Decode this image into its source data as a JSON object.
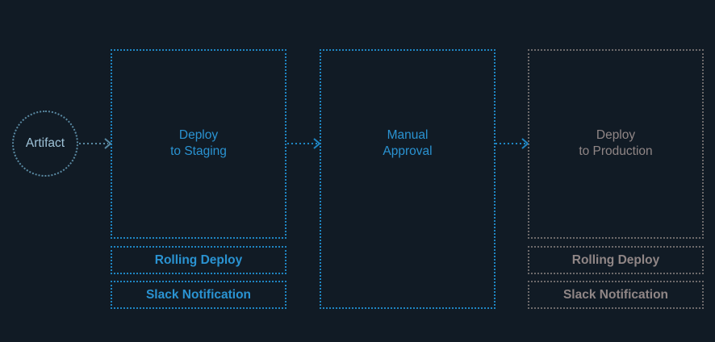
{
  "artifact": {
    "label": "Artifact"
  },
  "stages": [
    {
      "title_line1": "Deploy",
      "title_line2": "to Staging",
      "steps": [
        "Rolling Deploy",
        "Slack Notification"
      ]
    },
    {
      "title_line1": "Manual",
      "title_line2": "Approval",
      "steps": []
    },
    {
      "title_line1": "Deploy",
      "title_line2": "to Production",
      "steps": [
        "Rolling Deploy",
        "Slack Notification"
      ]
    }
  ],
  "colors": {
    "background": "#111b25",
    "active_blue": "#1f86c3",
    "inactive_grey": "#6d6a6b",
    "artifact_border": "#5a8aa3"
  }
}
